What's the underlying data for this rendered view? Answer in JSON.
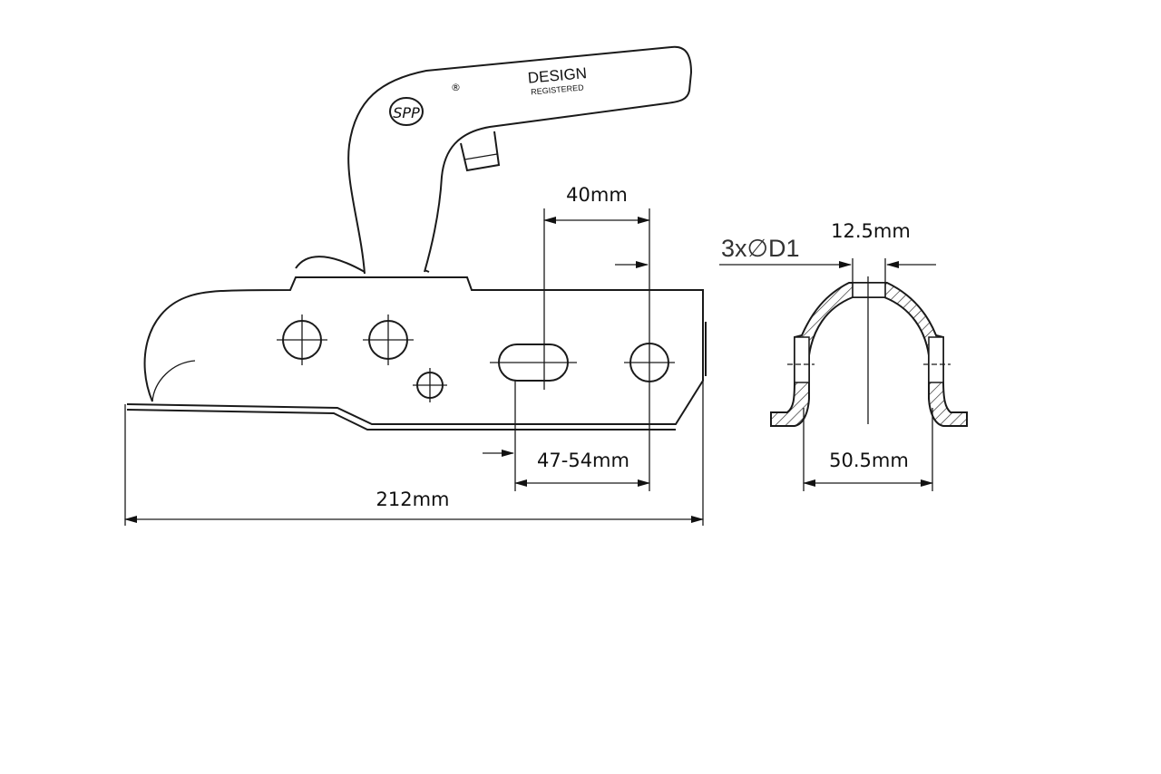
{
  "logo": {
    "brand": "SPP",
    "registered_mark": "®",
    "design_line1": "DESIGN",
    "design_line2": "REGISTERED"
  },
  "dimensions": {
    "bolt_spacing": "40mm",
    "hole_spacing": "47-54mm",
    "overall_length": "212mm",
    "hole_callout": "3x∅D1",
    "hole_diameter": "12.5mm",
    "channel_width": "50.5mm"
  }
}
